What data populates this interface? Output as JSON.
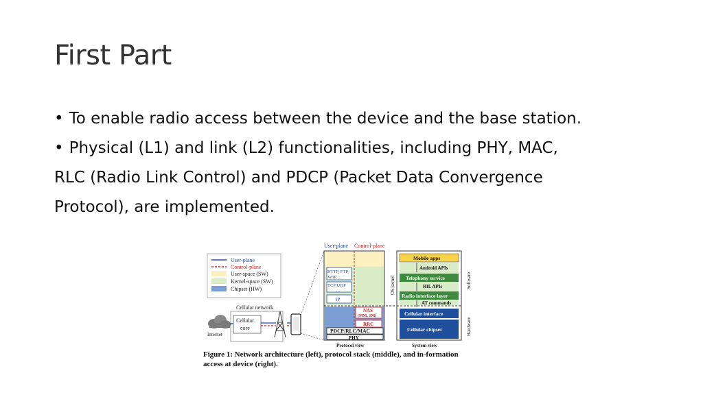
{
  "slide": {
    "title": "First Part",
    "bullets": [
      "To enable radio access between the device and the base station.",
      "Physical (L1) and link (L2) functionalities, including PHY, MAC,",
      "RLC (Radio Link Control) and PDCP (Packet Data Convergence",
      "Protocol), are implemented."
    ]
  },
  "figure": {
    "legend": {
      "user_plane": "User-plane",
      "control_plane": "Control-plane",
      "user_space": "User-space (SW)",
      "kernel_space": "Kernel-space (SW)",
      "chipset": "Chipset (HW)"
    },
    "network": {
      "cellular_network": "Cellular network",
      "cellular_core_1": "Cellular",
      "cellular_core_2": "core",
      "internet": "Internet"
    },
    "protocol": {
      "user_plane": "User-plane",
      "control_plane": "Control-plane",
      "http_1": "HTTP, FTP,",
      "http_2": "VoIP, ...",
      "tcp_1": "TCP/UDP",
      "tcp_2": "...",
      "ip": "IP",
      "nas_1": "NAS",
      "nas_2": "(MM, SM)",
      "rrc": "RRC",
      "pdcp": "PDCP/RLC/MAC",
      "phy": "PHY",
      "os_kernel": "OS kernel",
      "view": "Protocol view"
    },
    "system": {
      "mobile_apps": "Mobile apps",
      "android_apis": "Android APIs",
      "telephony": "Telephony service",
      "ril_apis": "RIL APIs",
      "ril_layer": "Radio interface layer",
      "at_commands": "AT commands",
      "cell_iface": "Cellular interface",
      "cell_chip": "Cellular chipset",
      "software": "Software",
      "hardware": "Hardware",
      "view": "System view"
    },
    "caption_num": "Figure 1:",
    "caption_text": "Network architecture (left), protocol stack (middle), and in-formation access at device (right)."
  },
  "colors": {
    "user_space": "#fdf0c0",
    "kernel_space": "#d8ecc8",
    "chipset": "#7b9fd4",
    "user_plane_line": "#2b4aa0",
    "control_plane_line": "#cc2222",
    "green_block": "#3f8a3f",
    "blue_block": "#1f4e9c",
    "yellow_block": "#f7d34a"
  }
}
